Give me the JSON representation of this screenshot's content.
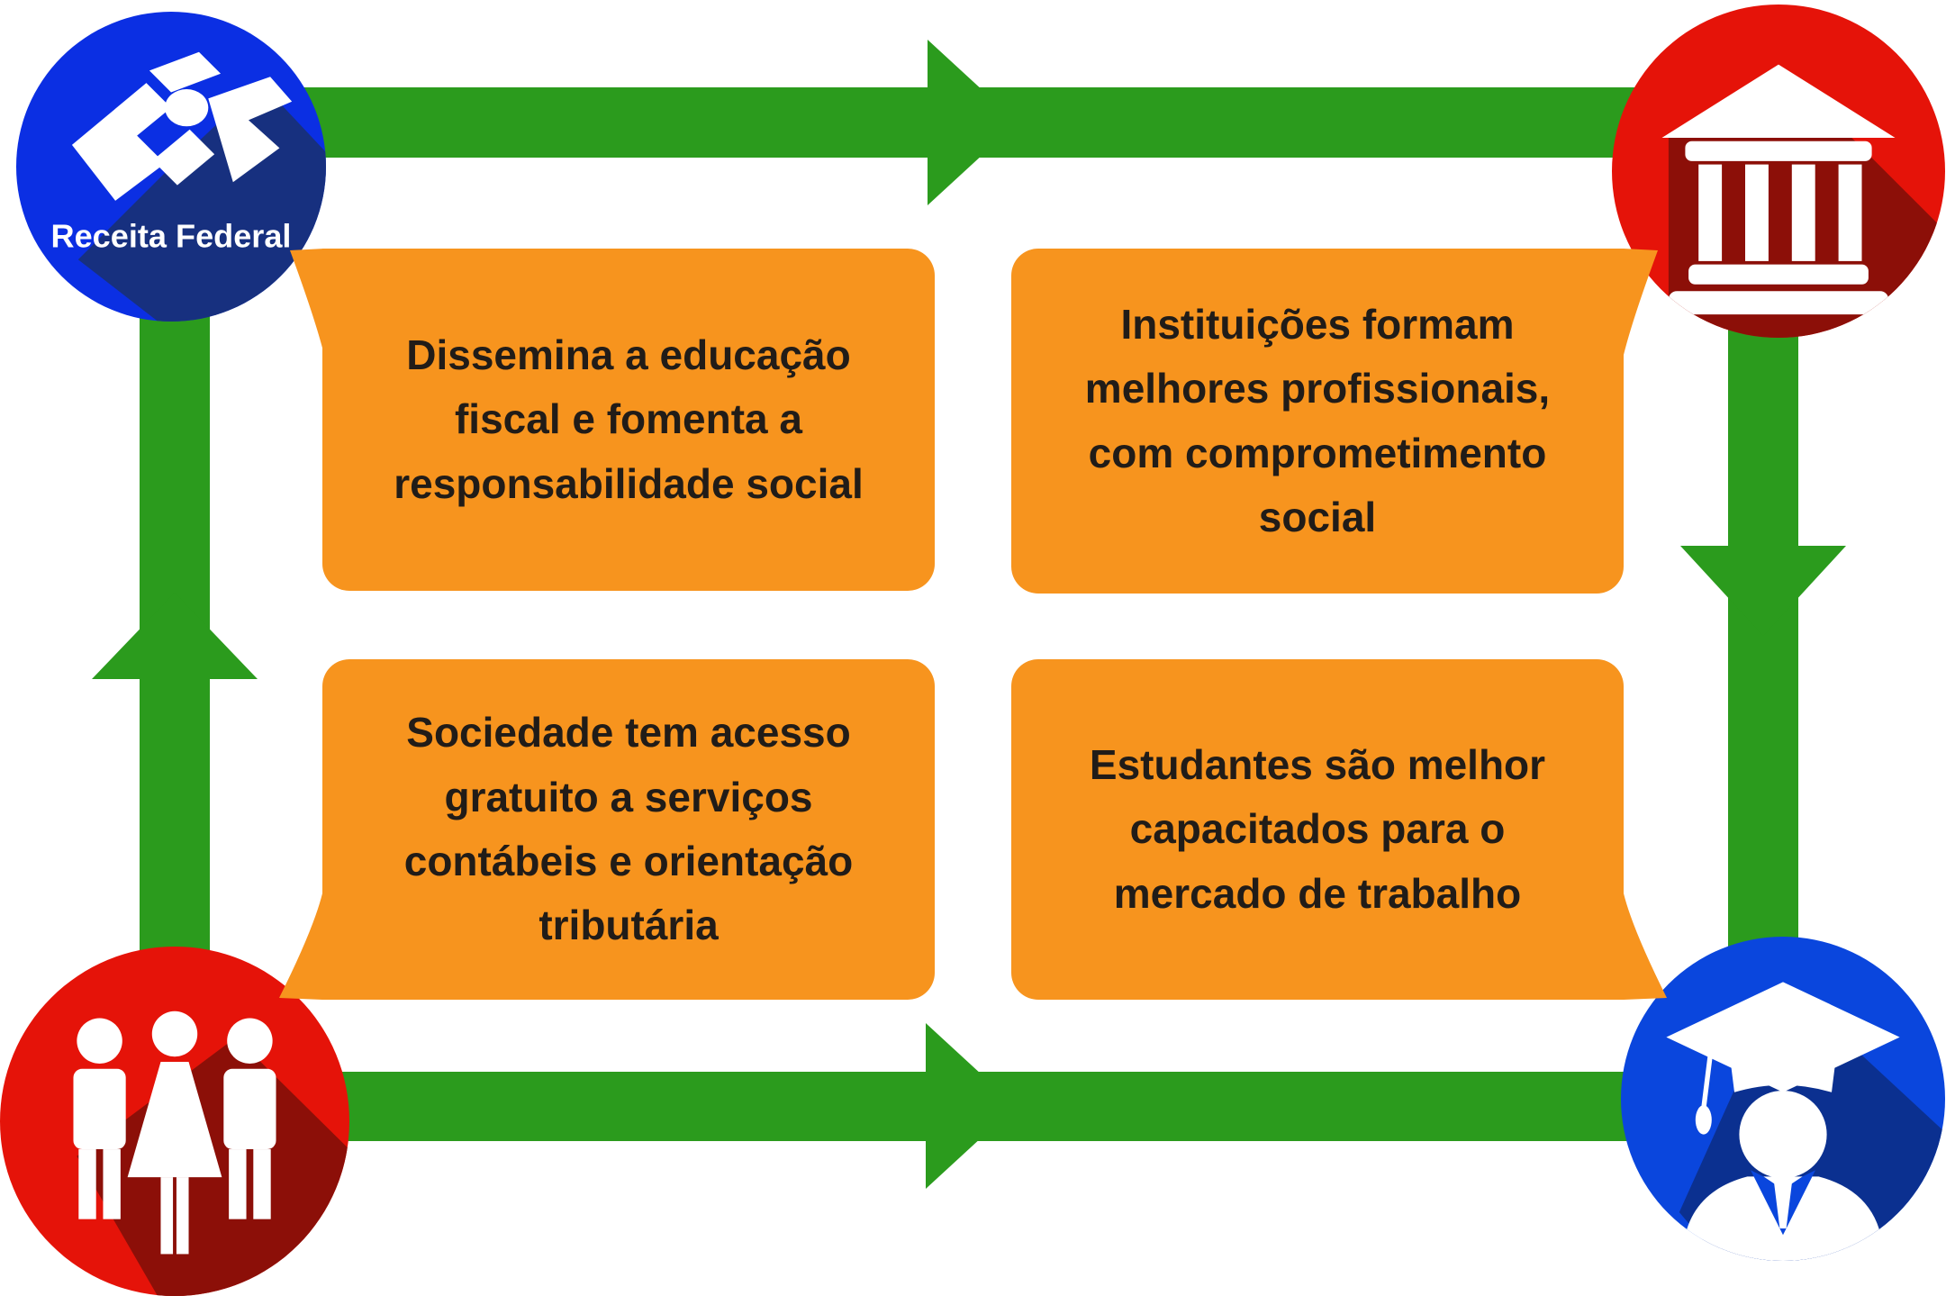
{
  "colors": {
    "arrow_green": "#2B9B1D",
    "box_orange": "#F7941E",
    "text_dark": "#211C18",
    "circle_blue": "#0B2FE3",
    "circle_blue_shadow": "#17307F",
    "circle_red": "#E51309",
    "circle_red_shadow": "#8C0F08",
    "student_blue": "#0A46DD",
    "student_blue_shadow": "#0B3090",
    "icon_white": "#FFFFFF"
  },
  "nodes": {
    "receita": {
      "label": "Receita Federal",
      "icon": "receita-federal-logo",
      "circle_color": "blue"
    },
    "institution": {
      "icon": "bank-icon",
      "circle_color": "red"
    },
    "society": {
      "icon": "people-icon",
      "circle_color": "red"
    },
    "student": {
      "icon": "graduate-icon",
      "circle_color": "blue"
    }
  },
  "boxes": [
    {
      "position": "top-left",
      "text": "Dissemina a educação\nfiscal e fomenta a\nresponsabilidade social"
    },
    {
      "position": "top-right",
      "text": "Instituições formam\nmelhores profissionais,\ncom comprometimento\nsocial"
    },
    {
      "position": "bottom-left",
      "text": "Sociedade tem acesso\ngratuito a serviços\ncontábeis e orientação\ntributária"
    },
    {
      "position": "bottom-right",
      "text": "Estudantes são melhor\ncapacitados para o\nmercado de trabalho"
    }
  ],
  "arrows": [
    {
      "from": "receita",
      "to": "institution",
      "direction": "right"
    },
    {
      "from": "institution",
      "to": "student",
      "direction": "down"
    },
    {
      "from": "society",
      "to": "student",
      "direction": "right"
    },
    {
      "from": "society",
      "to": "receita",
      "direction": "up"
    }
  ]
}
